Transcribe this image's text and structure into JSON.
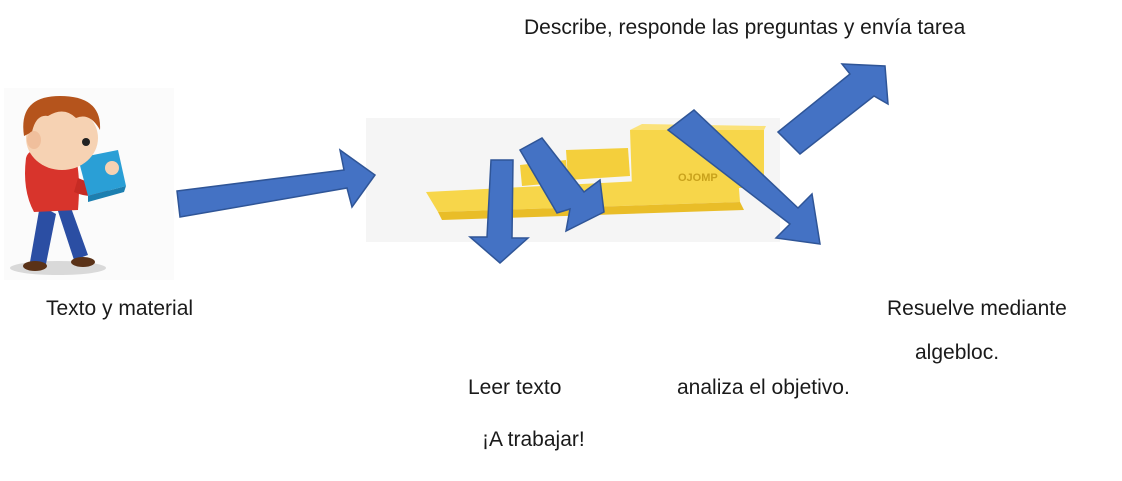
{
  "labels": {
    "top": "Describe, responde las preguntas y envía tarea",
    "left": "Texto y material",
    "right_line1": "Resuelve mediante",
    "right_line2": "algebloc.",
    "leer": "Leer texto",
    "analiza": "analiza el objetivo.",
    "trabajar": "¡A trabajar!"
  },
  "podium_text": "OJOMP",
  "colors": {
    "arrow_fill": "#4472c4",
    "arrow_stroke": "#2f5597",
    "podium": "#f7d64a",
    "podium_dark": "#e9bd28"
  },
  "icons": [
    "boy-reading-icon",
    "podium-icon"
  ]
}
